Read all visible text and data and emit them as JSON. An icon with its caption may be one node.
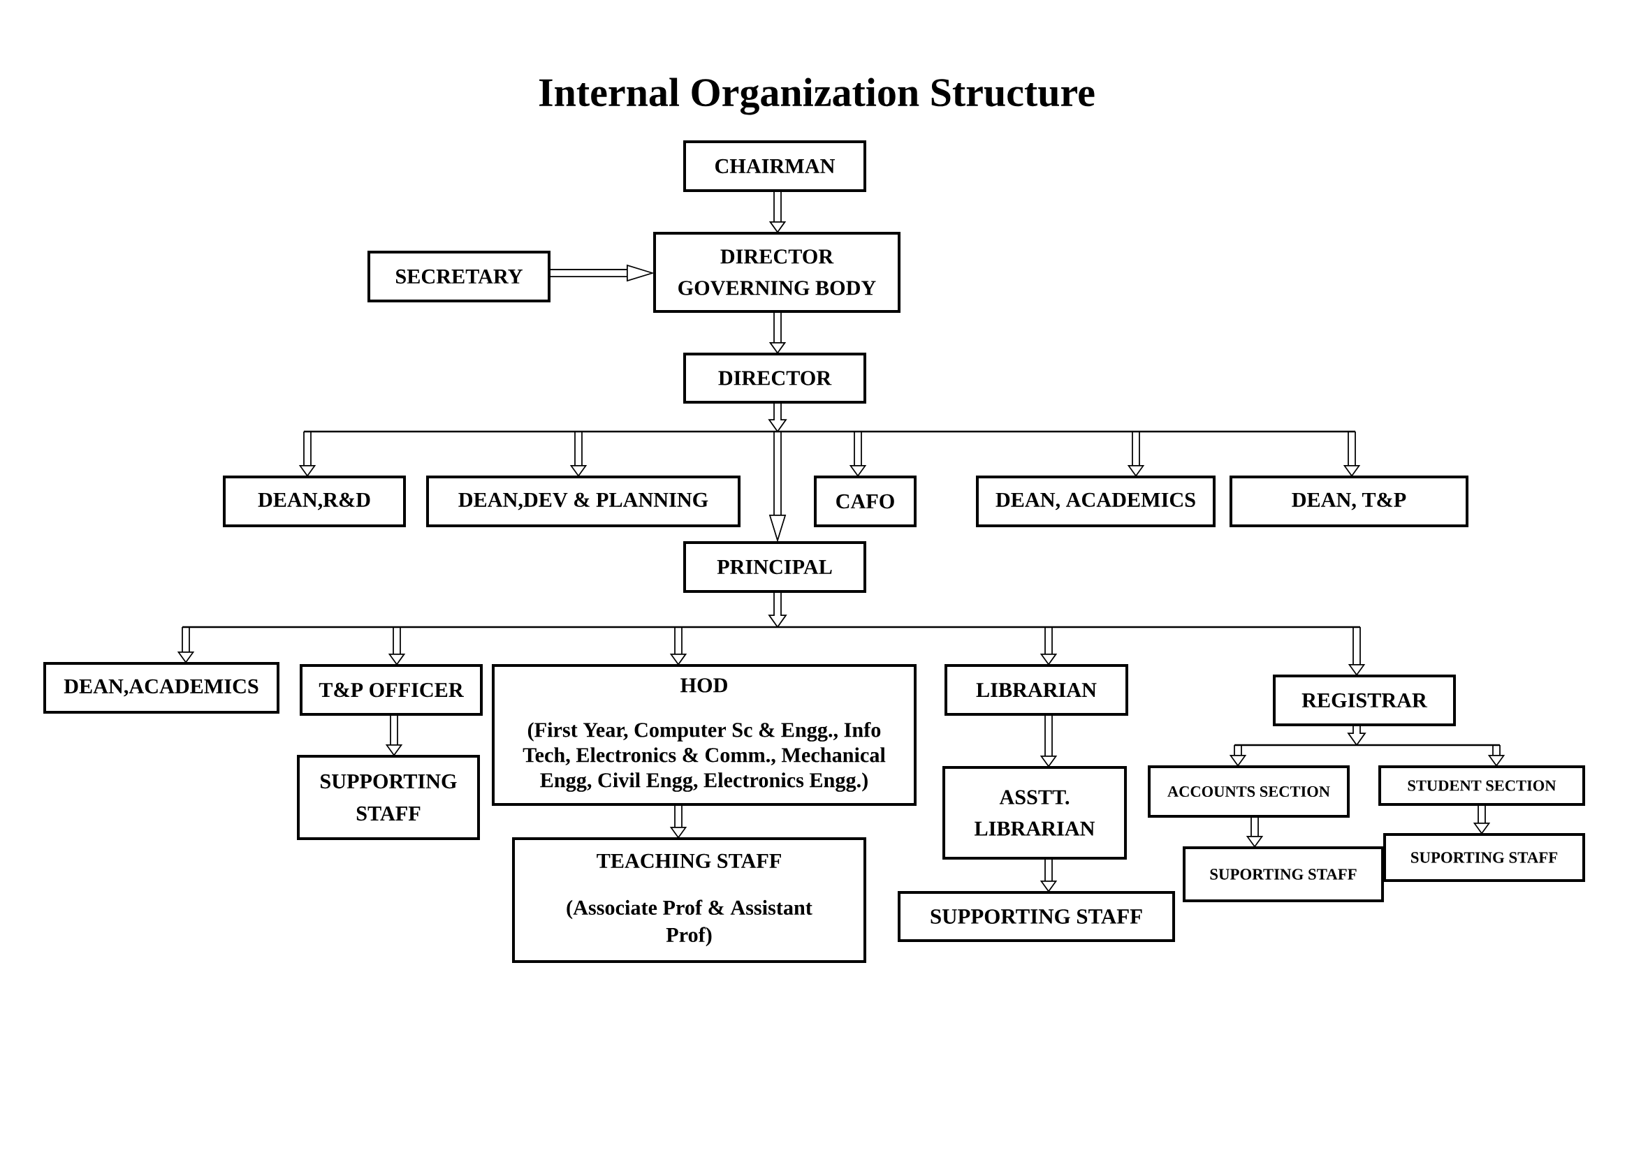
{
  "diagram": {
    "title": "Internal Organization Structure",
    "nodes": [
      {
        "text": [
          "CHAIRMAN"
        ]
      },
      {
        "text": [
          "SECRETARY"
        ]
      },
      {
        "text": [
          "DIRECTOR GOVERNING BODY"
        ]
      },
      {
        "text": [
          "DIRECTOR"
        ]
      },
      {
        "text": [
          "DEAN,R&D"
        ]
      },
      {
        "text": [
          "DEAN,DEV & PLANNING"
        ]
      },
      {
        "text": [
          "CAFO"
        ]
      },
      {
        "text": [
          "DEAN, ACADEMICS"
        ]
      },
      {
        "text": [
          "DEAN, T&P"
        ]
      },
      {
        "text": [
          "PRINCIPAL"
        ]
      },
      {
        "text": [
          "DEAN,ACADEMICS"
        ]
      },
      {
        "text": [
          "T&P OFFICER"
        ]
      },
      {
        "text": [
          "HOD",
          "(First Year, Computer Sc & Engg., Info Tech, Electronics & Comm., Mechanical Engg, Civil Engg, Electronics Engg.)"
        ]
      },
      {
        "text": [
          "LIBRARIAN"
        ]
      },
      {
        "text": [
          "REGISTRAR"
        ]
      },
      {
        "text": [
          "SUPPORTING STAFF"
        ]
      },
      {
        "text": [
          "TEACHING STAFF",
          "(Associate Prof & Assistant Prof)"
        ]
      },
      {
        "text": [
          "ASSTT. LIBRARIAN"
        ]
      },
      {
        "text": [
          "SUPPORTING STAFF"
        ]
      },
      {
        "text": [
          "ACCOUNTS SECTION"
        ]
      },
      {
        "text": [
          "STUDENT SECTION"
        ]
      },
      {
        "text": [
          "SUPORTING STAFF"
        ]
      },
      {
        "text": [
          "SUPORTING STAFF"
        ]
      }
    ],
    "edges": [
      {
        "from": 0,
        "to": 2,
        "arrow": "to"
      },
      {
        "from": 1,
        "to": 2,
        "arrow": "to"
      },
      {
        "from": 2,
        "to": 3,
        "arrow": "to"
      },
      {
        "from": 3,
        "to": 4,
        "arrow": "to"
      },
      {
        "from": 3,
        "to": 5,
        "arrow": "to"
      },
      {
        "from": 3,
        "to": 6,
        "arrow": "to"
      },
      {
        "from": 3,
        "to": 7,
        "arrow": "to"
      },
      {
        "from": 3,
        "to": 8,
        "arrow": "to"
      },
      {
        "from": 3,
        "to": 9,
        "arrow": "to"
      },
      {
        "from": 9,
        "to": 10,
        "arrow": "to"
      },
      {
        "from": 9,
        "to": 11,
        "arrow": "to"
      },
      {
        "from": 9,
        "to": 12,
        "arrow": "to"
      },
      {
        "from": 9,
        "to": 13,
        "arrow": "to"
      },
      {
        "from": 9,
        "to": 14,
        "arrow": "to"
      },
      {
        "from": 11,
        "to": 15,
        "arrow": "to"
      },
      {
        "from": 12,
        "to": 16,
        "arrow": "to"
      },
      {
        "from": 13,
        "to": 17,
        "arrow": "to"
      },
      {
        "from": 17,
        "to": 18,
        "arrow": "to"
      },
      {
        "from": 14,
        "to": 19,
        "arrow": "to"
      },
      {
        "from": 14,
        "to": 20,
        "arrow": "to"
      },
      {
        "from": 19,
        "to": 21,
        "arrow": "to"
      },
      {
        "from": 20,
        "to": 22,
        "arrow": "to"
      }
    ]
  }
}
